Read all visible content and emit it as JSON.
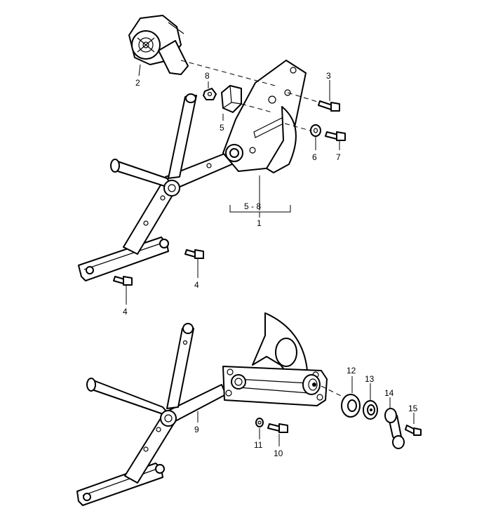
{
  "callouts": {
    "c1": "1",
    "c2": "2",
    "c3": "3",
    "c4a": "4",
    "c4b": "4",
    "c5": "5",
    "c6": "6",
    "c7": "7",
    "c8": "8",
    "c9": "9",
    "c10": "10",
    "c11": "11",
    "c12": "12",
    "c13": "13",
    "c14": "14",
    "c15": "15",
    "group_range": "5 - 8"
  }
}
